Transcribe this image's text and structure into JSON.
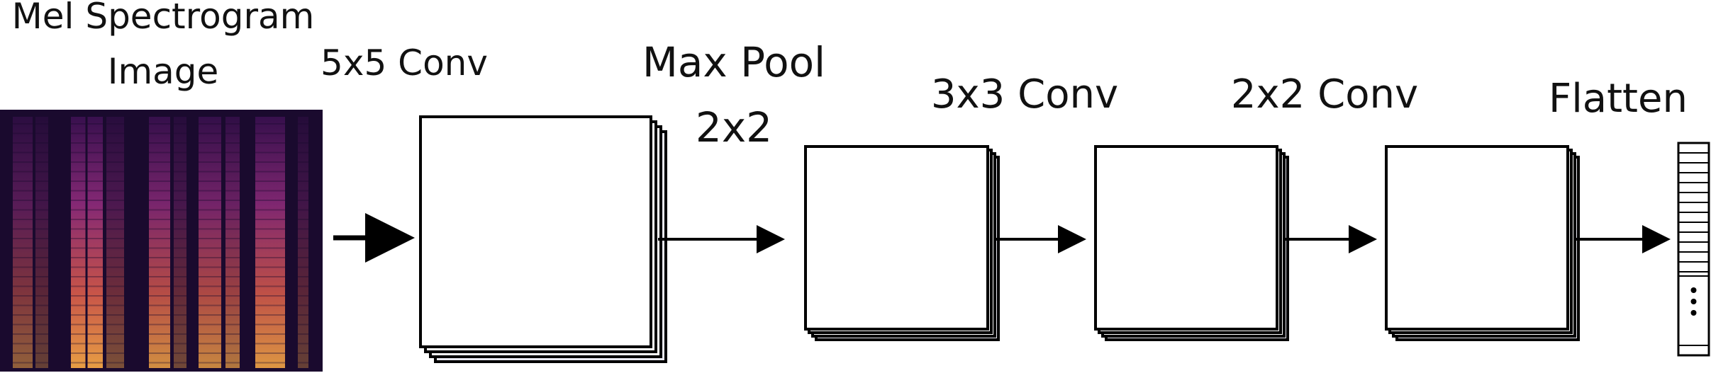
{
  "labels": {
    "input_line1": "Mel Spectrogram",
    "input_line2": "Image",
    "conv1": "5x5 Conv",
    "pool_line1": "Max Pool",
    "pool_line2": "2x2",
    "conv2": "3x3 Conv",
    "conv3": "2x2 Conv",
    "flatten": "Flatten"
  },
  "colors": {
    "map_fill": "#e9e9f2",
    "stroke": "#000000",
    "spectrogram_dark": "#1a0a2e",
    "spectrogram_mid": "#7b1f6e",
    "spectrogram_hot": "#f08a3a"
  },
  "icons": [
    "spectrogram-image",
    "arrow-icon",
    "feature-map-stack",
    "flatten-vector",
    "ellipsis-icon"
  ]
}
